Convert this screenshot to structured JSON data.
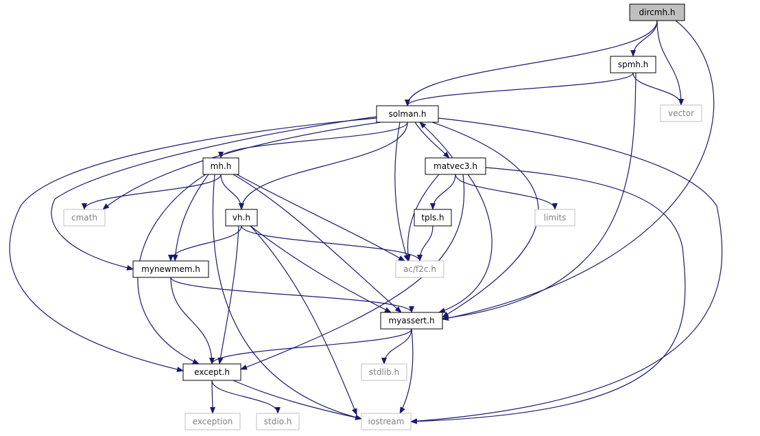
{
  "diagram": {
    "colors": {
      "edge": "#191970",
      "border_documented": "#000000",
      "border_external": "#bfbfbf",
      "fill_root": "#bfbfbf",
      "fill_default": "#ffffff",
      "text_documented": "#000000",
      "text_external": "#7f7f7f"
    },
    "nodes": [
      {
        "id": "dircmh",
        "label": "dircmh.h",
        "kind": "root"
      },
      {
        "id": "spmh",
        "label": "spmh.h",
        "kind": "documented"
      },
      {
        "id": "vector",
        "label": "vector",
        "kind": "external"
      },
      {
        "id": "solman",
        "label": "solman.h",
        "kind": "documented"
      },
      {
        "id": "mh",
        "label": "mh.h",
        "kind": "documented"
      },
      {
        "id": "matvec3",
        "label": "matvec3.h",
        "kind": "documented"
      },
      {
        "id": "cmath",
        "label": "cmath",
        "kind": "external"
      },
      {
        "id": "vh",
        "label": "vh.h",
        "kind": "documented"
      },
      {
        "id": "tpls",
        "label": "tpls.h",
        "kind": "documented"
      },
      {
        "id": "limits",
        "label": "limits",
        "kind": "external"
      },
      {
        "id": "mynewmem",
        "label": "mynewmem.h",
        "kind": "documented"
      },
      {
        "id": "acf2c",
        "label": "ac/f2c.h",
        "kind": "external"
      },
      {
        "id": "myassert",
        "label": "myassert.h",
        "kind": "documented"
      },
      {
        "id": "stdlib",
        "label": "stdlib.h",
        "kind": "external"
      },
      {
        "id": "except",
        "label": "except.h",
        "kind": "documented"
      },
      {
        "id": "exception",
        "label": "exception",
        "kind": "external"
      },
      {
        "id": "stdio",
        "label": "stdio.h",
        "kind": "external"
      },
      {
        "id": "iostream",
        "label": "iostream",
        "kind": "external"
      }
    ],
    "edges": [
      {
        "from": "dircmh",
        "to": "spmh"
      },
      {
        "from": "dircmh",
        "to": "vector"
      },
      {
        "from": "dircmh",
        "to": "solman"
      },
      {
        "from": "dircmh",
        "to": "myassert"
      },
      {
        "from": "spmh",
        "to": "solman"
      },
      {
        "from": "spmh",
        "to": "vector"
      },
      {
        "from": "spmh",
        "to": "myassert"
      },
      {
        "from": "solman",
        "to": "mh"
      },
      {
        "from": "solman",
        "to": "matvec3"
      },
      {
        "from": "solman",
        "to": "cmath"
      },
      {
        "from": "solman",
        "to": "vh"
      },
      {
        "from": "solman",
        "to": "mynewmem"
      },
      {
        "from": "solman",
        "to": "acf2c"
      },
      {
        "from": "solman",
        "to": "myassert"
      },
      {
        "from": "solman",
        "to": "except"
      },
      {
        "from": "solman",
        "to": "iostream"
      },
      {
        "from": "matvec3",
        "to": "solman"
      },
      {
        "from": "matvec3",
        "to": "tpls"
      },
      {
        "from": "matvec3",
        "to": "limits"
      },
      {
        "from": "matvec3",
        "to": "acf2c"
      },
      {
        "from": "matvec3",
        "to": "myassert"
      },
      {
        "from": "matvec3",
        "to": "except"
      },
      {
        "from": "matvec3",
        "to": "iostream"
      },
      {
        "from": "mh",
        "to": "cmath"
      },
      {
        "from": "mh",
        "to": "vh"
      },
      {
        "from": "mh",
        "to": "mynewmem"
      },
      {
        "from": "mh",
        "to": "acf2c"
      },
      {
        "from": "mh",
        "to": "myassert"
      },
      {
        "from": "mh",
        "to": "except"
      },
      {
        "from": "mh",
        "to": "iostream"
      },
      {
        "from": "vh",
        "to": "mynewmem"
      },
      {
        "from": "vh",
        "to": "acf2c"
      },
      {
        "from": "vh",
        "to": "myassert"
      },
      {
        "from": "vh",
        "to": "except"
      },
      {
        "from": "vh",
        "to": "iostream"
      },
      {
        "from": "tpls",
        "to": "acf2c"
      },
      {
        "from": "mynewmem",
        "to": "myassert"
      },
      {
        "from": "mynewmem",
        "to": "except"
      },
      {
        "from": "myassert",
        "to": "stdlib"
      },
      {
        "from": "myassert",
        "to": "except"
      },
      {
        "from": "myassert",
        "to": "iostream"
      },
      {
        "from": "except",
        "to": "exception"
      },
      {
        "from": "except",
        "to": "stdio"
      },
      {
        "from": "except",
        "to": "iostream"
      }
    ]
  }
}
